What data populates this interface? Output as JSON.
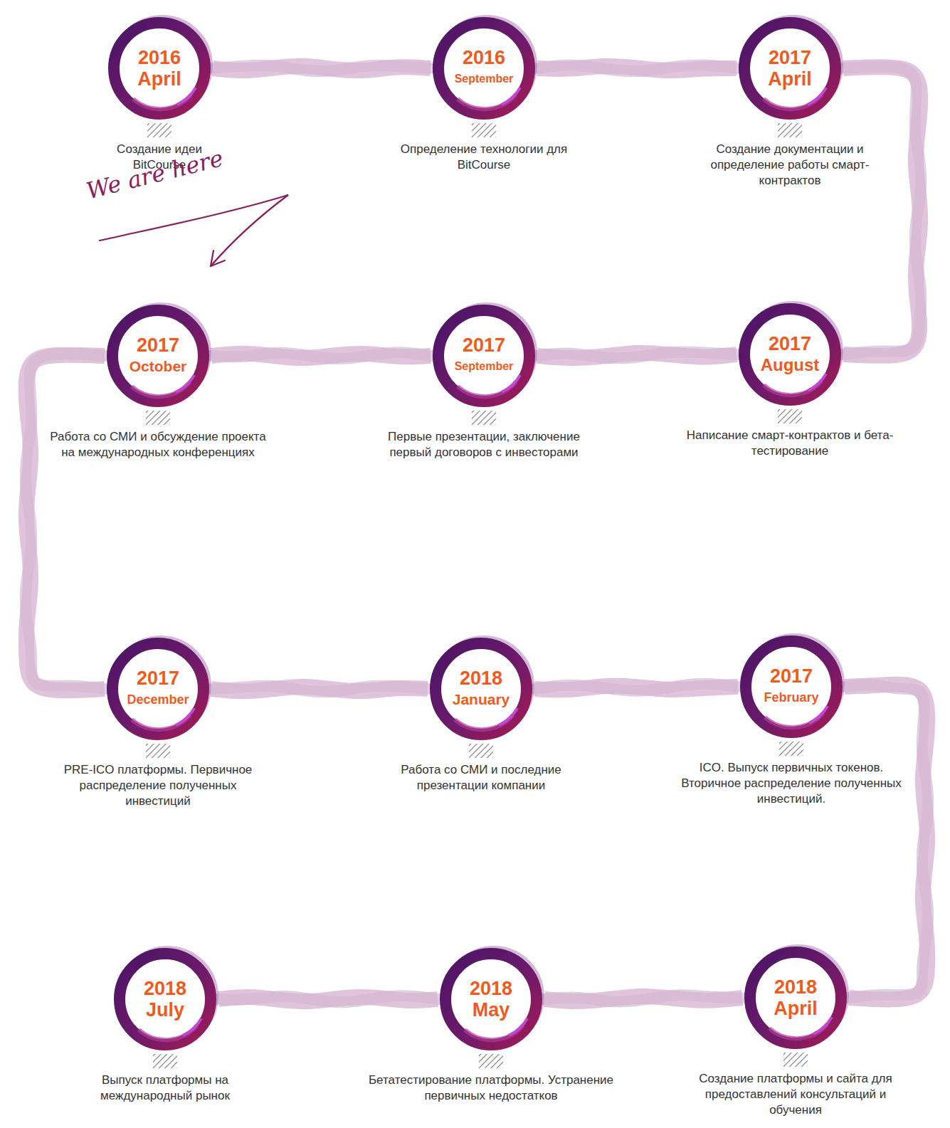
{
  "diagram": {
    "nodes": [
      {
        "text": [
          "2016",
          "April",
          "Создание идеи BitCourse"
        ]
      },
      {
        "text": [
          "2016",
          "September",
          "Определение технологии для BitCourse"
        ]
      },
      {
        "text": [
          "2017",
          "April",
          "Создание документации и определение работы смарт-контрактов"
        ]
      },
      {
        "text": [
          "2017",
          "August",
          "Написание смарт-контрактов и бета-тестирование"
        ]
      },
      {
        "text": [
          "2017",
          "September",
          "Первые презентации, заключение первый договоров с инвесторами"
        ]
      },
      {
        "text": [
          "2017",
          "October",
          "Работа со СМИ и обсуждение проекта на международных конференциях"
        ]
      },
      {
        "text": [
          "2017",
          "December",
          "PRE-ICO платформы. Первичное распределение полученных инвестиций"
        ]
      },
      {
        "text": [
          "2018",
          "January",
          "Работа со СМИ и последние презентации компании"
        ]
      },
      {
        "text": [
          "2017",
          "February",
          "ICO. Выпуск первичных токенов. Вторичное распределение полученных инвестиций."
        ]
      },
      {
        "text": [
          "2018",
          "April",
          "Создание платформы и сайта для предоставлений консультаций и обучения"
        ]
      },
      {
        "text": [
          "2018",
          "May",
          "Бетатестирование платформы. Устранение первичных недостатков"
        ]
      },
      {
        "text": [
          "2018",
          "July",
          "Выпуск платформы на международный рынок"
        ]
      }
    ],
    "edges": [
      {
        "from": 0,
        "to": 1,
        "arrow": "none"
      },
      {
        "from": 1,
        "to": 2,
        "arrow": "none"
      },
      {
        "from": 2,
        "to": 3,
        "arrow": "none"
      },
      {
        "from": 3,
        "to": 4,
        "arrow": "none"
      },
      {
        "from": 4,
        "to": 5,
        "arrow": "none"
      },
      {
        "from": 5,
        "to": 6,
        "arrow": "none"
      },
      {
        "from": 6,
        "to": 7,
        "arrow": "none"
      },
      {
        "from": 7,
        "to": 8,
        "arrow": "none"
      },
      {
        "from": 8,
        "to": 9,
        "arrow": "none"
      },
      {
        "from": 9,
        "to": 10,
        "arrow": "none"
      },
      {
        "from": 10,
        "to": 11,
        "arrow": "none"
      }
    ],
    "labels": [
      "We are here"
    ]
  }
}
